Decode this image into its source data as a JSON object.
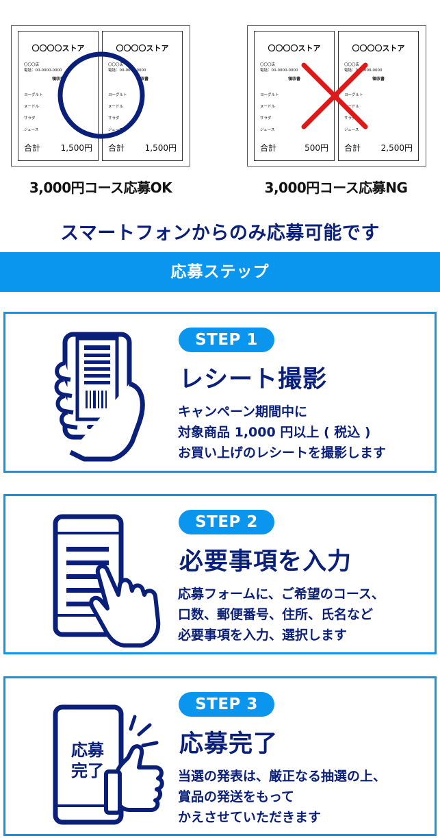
{
  "receipts": {
    "ok": {
      "caption": "3,000円コース応募OK",
      "receipts": [
        {
          "store": "〇〇〇〇ストア",
          "shop": "〇〇〇店",
          "tel": "電話：00-0000-0000",
          "doc": "領収書",
          "total_label": "合計",
          "total_value": "1,500円"
        },
        {
          "store": "〇〇〇〇ストア",
          "shop": "〇〇〇店",
          "tel": "電話：00-0000-0000",
          "doc": "領収書",
          "total_label": "合計",
          "total_value": "1,500円"
        }
      ]
    },
    "ng": {
      "caption": "3,000円コース応募NG",
      "receipts": [
        {
          "store": "〇〇〇〇ストア",
          "shop": "〇〇〇店",
          "tel": "電話：00-0000-0000",
          "doc": "領収書",
          "total_label": "合計",
          "total_value": "500円"
        },
        {
          "store": "〇〇〇〇ストア",
          "shop": "〇〇〇店",
          "tel": "電話：00-0000-0000",
          "doc": "領収書",
          "total_label": "合計",
          "total_value": "2,500円"
        }
      ]
    },
    "items": [
      "ヨーグルト",
      "ヌードル",
      "サラダ",
      "ジュース"
    ]
  },
  "notice": "スマートフォンからのみ応募可能です",
  "section_title": "応募ステップ",
  "steps": [
    {
      "badge": "STEP 1",
      "title": "レシート撮影",
      "lines": [
        "キャンペーン期間中に",
        "対象商品 1,000 円以上 ( 税込 )",
        "お買い上げのレシートを撮影します"
      ]
    },
    {
      "badge": "STEP 2",
      "title": "必要事項を入力",
      "lines": [
        "応募フォームに、ご希望のコース、",
        "口数、郵便番号、住所、氏名など",
        "必要事項を入力、選択します"
      ]
    },
    {
      "badge": "STEP 3",
      "title": "応募完了",
      "lines": [
        "当選の発表は、厳正なる抽選の上、",
        "賞品の発送をもって",
        "かえさせていただきます"
      ],
      "illus_text": [
        "応募",
        "完了"
      ]
    }
  ],
  "colors": {
    "accent": "#0a96ee",
    "navy": "#0a1f7a",
    "ng_mark": "#e01818"
  }
}
